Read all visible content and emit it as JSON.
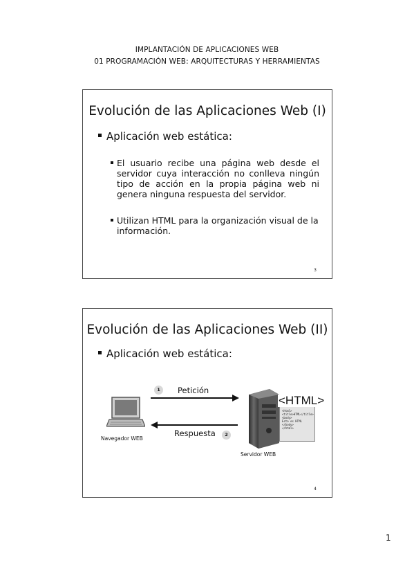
{
  "header": {
    "line1": "IMPLANTACIÓN DE APLICACIONES WEB",
    "line2": "01 PROGRAMACIÓN WEB: ARQUITECTURAS Y HERRAMIENTAS"
  },
  "slide1": {
    "title": "Evolución de las Aplicaciones Web (I)",
    "bullet": "Aplicación web estática:",
    "sub1": "El usuario recibe una página web desde el servidor cuya interacción no conlleva ningún tipo de acción en la propia página web ni genera ninguna respuesta del servidor.",
    "sub2": "Utilizan HTML para la organización visual de la información.",
    "page": "3"
  },
  "slide2": {
    "title": "Evolución de las Aplicaciones Web (II)",
    "bullet": "Aplicación web estática:",
    "request_label": "Petición",
    "request_num": "1",
    "response_label": "Respuesta",
    "response_num": "2",
    "client_label": "Navegador WEB",
    "server_label": "Servidor WEB",
    "html_tag": "<HTML>",
    "html_code": [
      "<html>",
      "<title>HTML</title>",
      "<body>",
      "Esto es HTML",
      "</body>",
      "</html>"
    ],
    "page": "4"
  },
  "page_number": "1"
}
